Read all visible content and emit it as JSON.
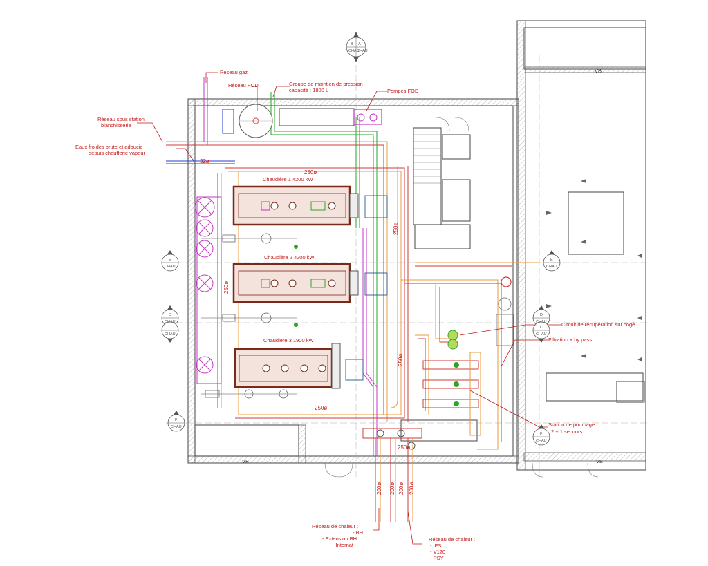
{
  "labels": {
    "reseau_gaz": "Réseau gaz",
    "reseau_fod": "Réseau FOD",
    "groupe_maintien_1": "Groupe de maintien de pression",
    "groupe_maintien_2": "capacité : 1800 L",
    "pompes_fod": "Pompes FOD",
    "reseau_sous_station_1": "Réseau sous station",
    "reseau_sous_station_2": "blanchisserie",
    "eaux_froides_1": "Eaux froides brute et adoucie",
    "eaux_froides_2": "depuis chaufferie vapeur",
    "chaudiere_1": "Chaudière 1 4200 kW",
    "chaudiere_2": "Chaudière 2 4200 kW",
    "chaudiere_3": "Chaudière 3 1900 kW",
    "circuit_recup": "Circuit de récupération sur cogé",
    "filtration": "Filtration + by pass",
    "station_pompage_1": "Station de pompage",
    "station_pompage_2": "2 + 1 secours",
    "reseau_chaleur_left_title": "Réseau de chaleur :",
    "reseau_chaleur_left_items": [
      "- BH",
      "- Extension BH",
      "- Internat"
    ],
    "reseau_chaleur_right_title": "Réseau de chaleur :",
    "reseau_chaleur_right_items": [
      "- IFSI",
      "- V120",
      "- PSY"
    ],
    "vb_top": "VB",
    "vb_bottom_left": "VB",
    "vb_bottom_right": "VB"
  },
  "dimensions": {
    "d250_top": "250ø",
    "d250_bottom": "250ø",
    "d250_left": "250ø",
    "d250_mid": "250ø",
    "d250_lower": "250ø",
    "d250_pump": "250ø",
    "d200_a": "200ø",
    "d200_b": "200ø",
    "d200_c": "200ø",
    "d200_d": "200ø",
    "d32": "32ø"
  },
  "section_markers": [
    {
      "letter_left": "B",
      "letter_right": "A",
      "code": "CHAU"
    },
    {
      "letter": "E",
      "code": "CHAU"
    },
    {
      "letter": "D",
      "code": "CHAU"
    },
    {
      "letter": "C",
      "code": "CHAU"
    },
    {
      "letter": "F",
      "code": "CHAU"
    },
    {
      "letter": "E",
      "code": "CHAU"
    },
    {
      "letter": "D",
      "code": "CHAU"
    },
    {
      "letter": "C",
      "code": "CHAU"
    },
    {
      "letter": "F",
      "code": "CHAU"
    }
  ],
  "colors": {
    "hot_supply": "#d23b3b",
    "hot_return": "#e89a3c",
    "gas": "#c23ac2",
    "fuel": "#2aa52a",
    "cold_water": "#2a3ad8",
    "walls": "#555555",
    "annotation": "#c41a1a"
  }
}
